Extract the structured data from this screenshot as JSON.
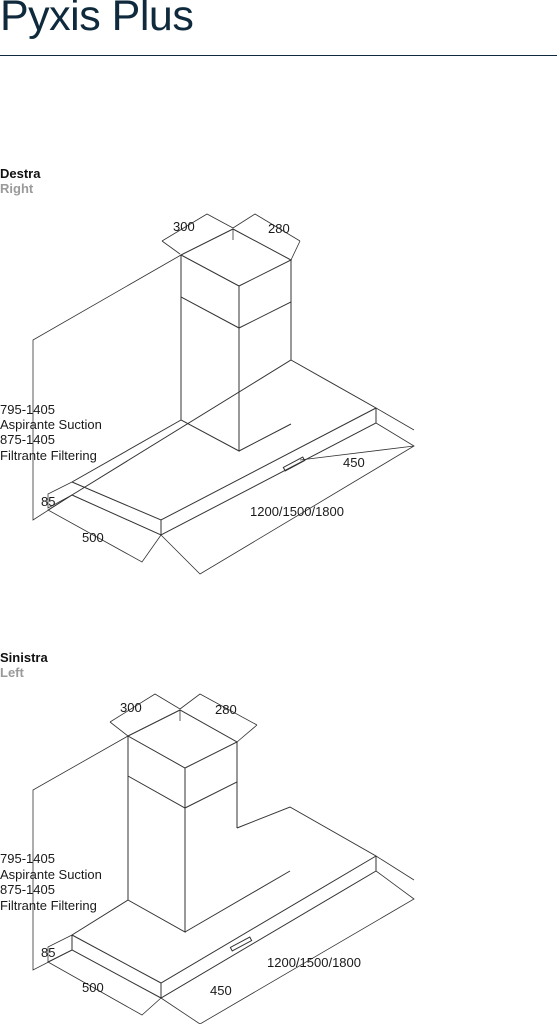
{
  "title": "Pyxis Plus",
  "sections": [
    {
      "name": "Destra",
      "subtitle": "Right",
      "dims": {
        "chimney_depth": "300",
        "chimney_width": "280",
        "height_suction": "795-1405",
        "suction_label": "Aspirante Suction",
        "height_filtering": "875-1405",
        "filtering_label": "Filtrante Filtering",
        "thickness": "85",
        "depth": "500",
        "width": "1200/1500/1800",
        "offset": "450"
      }
    },
    {
      "name": "Sinistra",
      "subtitle": "Left",
      "dims": {
        "chimney_depth": "300",
        "chimney_width": "280",
        "height_suction": "795-1405",
        "suction_label": "Aspirante Suction",
        "height_filtering": "875-1405",
        "filtering_label": "Filtrante Filtering",
        "thickness": "85",
        "depth": "500",
        "width": "1200/1500/1800",
        "offset": "450"
      }
    }
  ]
}
